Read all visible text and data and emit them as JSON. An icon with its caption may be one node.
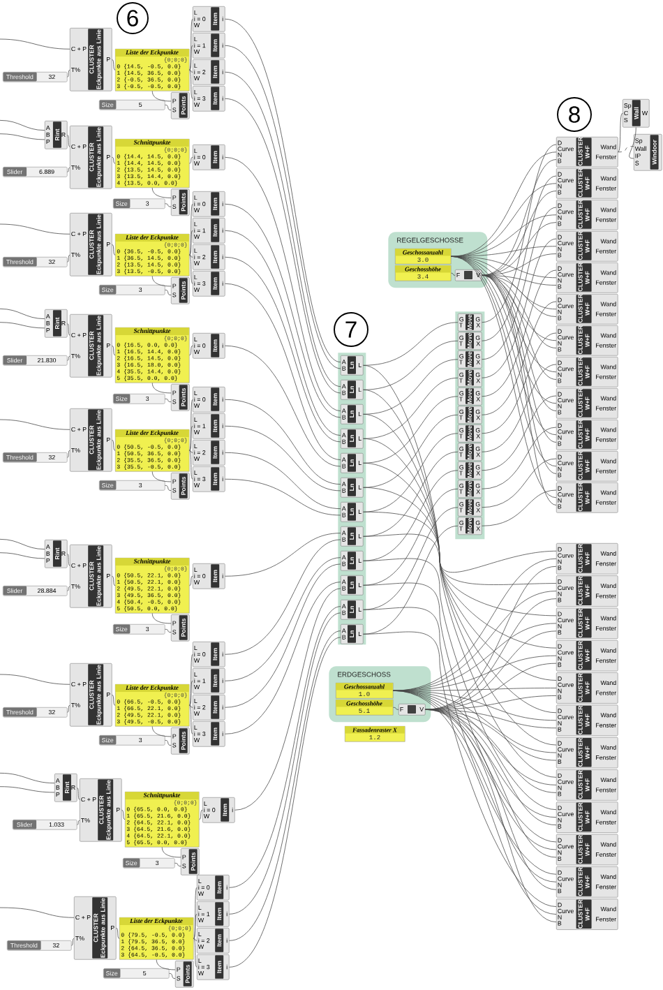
{
  "diagram": {
    "nodes": [
      {
        "text": [
          "6"
        ]
      },
      {
        "text": [
          "8"
        ]
      },
      {
        "text": [
          "7"
        ]
      },
      {
        "text": [
          "C + P",
          "T%",
          "CLUSTER Eckpunkte aus Linie",
          "P"
        ]
      },
      {
        "text": [
          "Threshold",
          "32"
        ]
      },
      {
        "text": [
          "Liste der Eckpunkte",
          "{0;0;0}",
          "0 {14.5, -0.5, 0.0}",
          "1 {14.5, 36.5, 0.0}",
          "2 {-0.5, 36.5, 0.0}",
          "3 {-0.5, -0.5, 0.0}"
        ]
      },
      {
        "text": [
          "P",
          "S",
          "Points"
        ]
      },
      {
        "text": [
          "Size",
          "5"
        ]
      },
      {
        "text": [
          "L",
          "i = 0",
          "W",
          "Item",
          "i"
        ]
      },
      {
        "text": [
          "L",
          "i = 1",
          "W",
          "Item",
          "i"
        ]
      },
      {
        "text": [
          "L",
          "i = 2",
          "W",
          "Item",
          "i"
        ]
      },
      {
        "text": [
          "L",
          "i = 3",
          "W",
          "Item",
          "i"
        ]
      },
      {
        "text": [
          "A",
          "B",
          "P",
          "Rint",
          "R"
        ]
      },
      {
        "text": [
          "C + P",
          "T%",
          "CLUSTER Eckpunkte aus Linie",
          "P"
        ]
      },
      {
        "text": [
          "Slider",
          "6.889"
        ]
      },
      {
        "text": [
          "Schnittpunkte",
          "{0;0;0}",
          "0 {14.4, 14.5, 0.0}",
          "1 {14.4, 14.5, 0.0}",
          "2 {13.5, 14.5, 0.0}",
          "3 {13.5, 14.4, 0.0}",
          "4 {13.5, 0.0, 0.0}"
        ]
      },
      {
        "text": [
          "P",
          "S",
          "Points"
        ]
      },
      {
        "text": [
          "Size",
          "3"
        ]
      },
      {
        "text": [
          "L",
          "i = 0",
          "W",
          "Item",
          "i"
        ]
      },
      {
        "text": [
          "C + P",
          "T%",
          "CLUSTER Eckpunkte aus Linie",
          "P"
        ]
      },
      {
        "text": [
          "Threshold",
          "32"
        ]
      },
      {
        "text": [
          "Liste der Eckpunkte",
          "{0;0;0}",
          "0 {36.5, -0.5, 0.0}",
          "1 {36.5, 14.5, 0.0}",
          "2 {13.5, 14.5, 0.0}",
          "3 {13.5, -0.5, 0.0}"
        ]
      },
      {
        "text": [
          "P",
          "S",
          "Points"
        ]
      },
      {
        "text": [
          "Size",
          "3"
        ]
      },
      {
        "text": [
          "L",
          "i = 0",
          "W",
          "Item",
          "i"
        ]
      },
      {
        "text": [
          "L",
          "i = 1",
          "W",
          "Item",
          "i"
        ]
      },
      {
        "text": [
          "L",
          "i = 2",
          "W",
          "Item",
          "i"
        ]
      },
      {
        "text": [
          "L",
          "i = 3",
          "W",
          "Item",
          "i"
        ]
      },
      {
        "text": [
          "A",
          "B",
          "P",
          "Rint",
          "R"
        ]
      },
      {
        "text": [
          "C + P",
          "T%",
          "CLUSTER Eckpunkte aus Linie",
          "P"
        ]
      },
      {
        "text": [
          "Slider",
          "21.830"
        ]
      },
      {
        "text": [
          "Schnittpunkte",
          "{0;0;0}",
          "0 {16.5, 0.0, 0.0}",
          "1 {16.5, 14.4, 0.0}",
          "2 {16.5, 14.5, 0.0}",
          "3 {16.5, 18.0, 0.0}",
          "4 {35.5, 14.4, 0.0}",
          "5 {35.5, 0.0, 0.0}"
        ]
      },
      {
        "text": [
          "P",
          "S",
          "Points"
        ]
      },
      {
        "text": [
          "Size",
          "3"
        ]
      },
      {
        "text": [
          "L",
          "i = 0",
          "W",
          "Item",
          "i"
        ]
      },
      {
        "text": [
          "C + P",
          "T%",
          "CLUSTER Eckpunkte aus Linie",
          "P"
        ]
      },
      {
        "text": [
          "Threshold",
          "32"
        ]
      },
      {
        "text": [
          "Liste der Eckpunkte",
          "{0;0;0}",
          "0 {50.5, -0.5, 0.0}",
          "1 {50.5, 36.5, 0.0}",
          "2 {35.5, 36.5, 0.0}",
          "3 {35.5, -0.5, 0.0}"
        ]
      },
      {
        "text": [
          "P",
          "S",
          "Points"
        ]
      },
      {
        "text": [
          "Size",
          "3"
        ]
      },
      {
        "text": [
          "L",
          "i = 0",
          "W",
          "Item",
          "i"
        ]
      },
      {
        "text": [
          "L",
          "i = 1",
          "W",
          "Item",
          "i"
        ]
      },
      {
        "text": [
          "L",
          "i = 2",
          "W",
          "Item",
          "i"
        ]
      },
      {
        "text": [
          "L",
          "i = 3",
          "W",
          "Item",
          "i"
        ]
      },
      {
        "text": [
          "A",
          "B",
          "P",
          "Rint",
          "R"
        ]
      },
      {
        "text": [
          "C + P",
          "T%",
          "CLUSTER Eckpunkte aus Linie",
          "P"
        ]
      },
      {
        "text": [
          "Slider",
          "28.884"
        ]
      },
      {
        "text": [
          "Schnittpunkte",
          "{0;0;0}",
          "0 {50.5, 22.1, 0.0}",
          "1 {50.5, 22.1, 0.0}",
          "2 {49.5, 22.1, 0.0}",
          "3 {49.5, 36.5, 0.0}",
          "4 {50.4, -0.5, 0.0}",
          "5 {50.5, 0.0, 0.0}"
        ]
      },
      {
        "text": [
          "P",
          "S",
          "Points"
        ]
      },
      {
        "text": [
          "Size",
          "3"
        ]
      },
      {
        "text": [
          "L",
          "i = 0",
          "W",
          "Item",
          "i"
        ]
      },
      {
        "text": [
          "C + P",
          "T%",
          "CLUSTER Eckpunkte aus Linie",
          "P"
        ]
      },
      {
        "text": [
          "Threshold",
          "32"
        ]
      },
      {
        "text": [
          "Liste der Eckpunkte",
          "{0;0;0}",
          "0 {66.5, -0.5, 0.0}",
          "1 {66.5, 22.1, 0.0}",
          "2 {49.5, 22.1, 0.0}",
          "3 {49.5, -0.5, 0.0}"
        ]
      },
      {
        "text": [
          "P",
          "S",
          "Points"
        ]
      },
      {
        "text": [
          "Size",
          "3"
        ]
      },
      {
        "text": [
          "L",
          "i = 0",
          "W",
          "Item",
          "i"
        ]
      },
      {
        "text": [
          "L",
          "i = 1",
          "W",
          "Item",
          "i"
        ]
      },
      {
        "text": [
          "L",
          "i = 2",
          "W",
          "Item",
          "i"
        ]
      },
      {
        "text": [
          "L",
          "i = 3",
          "W",
          "Item",
          "i"
        ]
      },
      {
        "text": [
          "A",
          "B",
          "P",
          "Rint",
          "R"
        ]
      },
      {
        "text": [
          "C + P",
          "T%",
          "CLUSTER Eckpunkte aus Linie",
          "P"
        ]
      },
      {
        "text": [
          "Slider",
          "1.033"
        ]
      },
      {
        "text": [
          "Schnittpunkte",
          "{0;0;0}",
          "0 {65.5, 0.0, 0.0}",
          "1 {65.5, 21.6, 0.0}",
          "2 {64.5, 22.1, 0.0}",
          "3 {64.5, 21.6, 0.0}",
          "4 {64.5, 22.1, 0.0}",
          "5 {65.5, 0.0, 0.0}"
        ]
      },
      {
        "text": [
          "P",
          "S",
          "Points"
        ]
      },
      {
        "text": [
          "Size",
          "3"
        ]
      },
      {
        "text": [
          "L",
          "i = 0",
          "W",
          "Item",
          "i"
        ]
      },
      {
        "text": [
          "C + P",
          "T%",
          "CLUSTER Eckpunkte aus Linie",
          "P"
        ]
      },
      {
        "text": [
          "Threshold",
          "32"
        ]
      },
      {
        "text": [
          "Liste der Eckpunkte",
          "{0;0;0}",
          "0 {79.5, -0.5, 0.0}",
          "1 {79.5, 36.5, 0.0}",
          "2 {64.5, 36.5, 0.0}",
          "3 {64.5, -0.5, 0.0}"
        ]
      },
      {
        "text": [
          "P",
          "S",
          "Points"
        ]
      },
      {
        "text": [
          "Size",
          "5"
        ]
      },
      {
        "text": [
          "L",
          "i = 0",
          "W",
          "Item",
          "i"
        ]
      },
      {
        "text": [
          "L",
          "i = 1",
          "W",
          "Item",
          "i"
        ]
      },
      {
        "text": [
          "L",
          "i = 2",
          "W",
          "Item",
          "i"
        ]
      },
      {
        "text": [
          "L",
          "i = 3",
          "W",
          "Item",
          "i"
        ]
      },
      {
        "text": [],
        "shape": "box"
      },
      {
        "text": [
          "A",
          "B",
          "Ln",
          "L"
        ],
        "in": 76
      },
      {
        "text": [
          "A",
          "B",
          "Ln",
          "L"
        ],
        "in": 76
      },
      {
        "text": [
          "A",
          "B",
          "Ln",
          "L"
        ],
        "in": 76
      },
      {
        "text": [
          "A",
          "B",
          "Ln",
          "L"
        ],
        "in": 76
      },
      {
        "text": [
          "A",
          "B",
          "Ln",
          "L"
        ],
        "in": 76
      },
      {
        "text": [
          "A",
          "B",
          "Ln",
          "L"
        ],
        "in": 76
      },
      {
        "text": [
          "A",
          "B",
          "Ln",
          "L"
        ],
        "in": 76
      },
      {
        "text": [
          "A",
          "B",
          "Ln",
          "L"
        ],
        "in": 76
      },
      {
        "text": [
          "A",
          "B",
          "Ln",
          "L"
        ],
        "in": 76
      },
      {
        "text": [
          "A",
          "B",
          "Ln",
          "L"
        ],
        "in": 76
      },
      {
        "text": [
          "A",
          "B",
          "Ln",
          "L"
        ],
        "in": 76
      },
      {
        "text": [
          "A",
          "B",
          "Ln",
          "L"
        ],
        "in": 76
      },
      {
        "text": [],
        "shape": "box"
      },
      {
        "text": [
          "G",
          "T",
          "Move",
          "G",
          "X"
        ],
        "in": 89
      },
      {
        "text": [
          "G",
          "T",
          "Move",
          "G",
          "X"
        ],
        "in": 89
      },
      {
        "text": [
          "G",
          "T",
          "Move",
          "G",
          "X"
        ],
        "in": 89
      },
      {
        "text": [
          "G",
          "T",
          "Move",
          "G",
          "X"
        ],
        "in": 89
      },
      {
        "text": [
          "G",
          "T",
          "Move",
          "G",
          "X"
        ],
        "in": 89
      },
      {
        "text": [
          "G",
          "T",
          "Move",
          "G",
          "X"
        ],
        "in": 89
      },
      {
        "text": [
          "G",
          "T",
          "Move",
          "G",
          "X"
        ],
        "in": 89
      },
      {
        "text": [
          "G",
          "T",
          "Move",
          "G",
          "X"
        ],
        "in": 89
      },
      {
        "text": [
          "G",
          "T",
          "Move",
          "G",
          "X"
        ],
        "in": 89
      },
      {
        "text": [
          "G",
          "T",
          "Move",
          "G",
          "X"
        ],
        "in": 89
      },
      {
        "text": [
          "G",
          "T",
          "Move",
          "G",
          "X"
        ],
        "in": 89
      },
      {
        "text": [
          "G",
          "T",
          "Move",
          "G",
          "X"
        ],
        "in": 89
      },
      {
        "text": [
          "REGELGESCHOSSE"
        ]
      },
      {
        "text": [
          "Geschossanzahl",
          "3.0"
        ],
        "in": 102
      },
      {
        "text": [
          "Geschosshöhe",
          "3.4"
        ],
        "in": 102
      },
      {
        "text": [
          "F",
          "V"
        ],
        "in": 102
      },
      {
        "text": [
          "ERDGESCHOSS"
        ]
      },
      {
        "text": [
          "Geschossanzahl",
          "1.0"
        ],
        "in": 106
      },
      {
        "text": [
          "Geschosshöhe",
          "5.1"
        ],
        "in": 106
      },
      {
        "text": [
          "F",
          "V"
        ],
        "in": 106
      },
      {
        "text": [
          "Fassadenraster X",
          "1.2"
        ]
      },
      {
        "text": [
          "D",
          "Curve",
          "N",
          "B",
          "CLUSTER W+F",
          "Wand",
          "Fenster"
        ]
      },
      {
        "text": [
          "D",
          "Curve",
          "N",
          "B",
          "CLUSTER W+F",
          "Wand",
          "Fenster"
        ]
      },
      {
        "text": [
          "D",
          "Curve",
          "N",
          "B",
          "CLUSTER W+F",
          "Wand",
          "Fenster"
        ]
      },
      {
        "text": [
          "D",
          "Curve",
          "N",
          "B",
          "CLUSTER W+F",
          "Wand",
          "Fenster"
        ]
      },
      {
        "text": [
          "D",
          "Curve",
          "N",
          "B",
          "CLUSTER W+F",
          "Wand",
          "Fenster"
        ]
      },
      {
        "text": [
          "D",
          "Curve",
          "N",
          "B",
          "CLUSTER W+F",
          "Wand",
          "Fenster"
        ]
      },
      {
        "text": [
          "D",
          "Curve",
          "N",
          "B",
          "CLUSTER W+F",
          "Wand",
          "Fenster"
        ]
      },
      {
        "text": [
          "D",
          "Curve",
          "N",
          "B",
          "CLUSTER W+F",
          "Wand",
          "Fenster"
        ]
      },
      {
        "text": [
          "D",
          "Curve",
          "N",
          "B",
          "CLUSTER W+F",
          "Wand",
          "Fenster"
        ]
      },
      {
        "text": [
          "D",
          "Curve",
          "N",
          "B",
          "CLUSTER W+F",
          "Wand",
          "Fenster"
        ]
      },
      {
        "text": [
          "D",
          "Curve",
          "N",
          "B",
          "CLUSTER W+F",
          "Wand",
          "Fenster"
        ]
      },
      {
        "text": [
          "D",
          "Curve",
          "N",
          "B",
          "CLUSTER W+F",
          "Wand",
          "Fenster"
        ]
      },
      {
        "text": [
          "D",
          "Curve",
          "N",
          "B",
          "CLUSTER W+F",
          "Wand",
          "Fenster"
        ]
      },
      {
        "text": [
          "D",
          "Curve",
          "N",
          "B",
          "CLUSTER W+F",
          "Wand",
          "Fenster"
        ]
      },
      {
        "text": [
          "D",
          "Curve",
          "N",
          "B",
          "CLUSTER W+F",
          "Wand",
          "Fenster"
        ]
      },
      {
        "text": [
          "D",
          "Curve",
          "N",
          "B",
          "CLUSTER W+F",
          "Wand",
          "Fenster"
        ]
      },
      {
        "text": [
          "D",
          "Curve",
          "N",
          "B",
          "CLUSTER W+F",
          "Wand",
          "Fenster"
        ]
      },
      {
        "text": [
          "D",
          "Curve",
          "N",
          "B",
          "CLUSTER W+F",
          "Wand",
          "Fenster"
        ]
      },
      {
        "text": [
          "D",
          "Curve",
          "N",
          "B",
          "CLUSTER W+F",
          "Wand",
          "Fenster"
        ]
      },
      {
        "text": [
          "D",
          "Curve",
          "N",
          "B",
          "CLUSTER W+F",
          "Wand",
          "Fenster"
        ]
      },
      {
        "text": [
          "D",
          "Curve",
          "N",
          "B",
          "CLUSTER W+F",
          "Wand",
          "Fenster"
        ]
      },
      {
        "text": [
          "D",
          "Curve",
          "N",
          "B",
          "CLUSTER W+F",
          "Wand",
          "Fenster"
        ]
      },
      {
        "text": [
          "D",
          "Curve",
          "N",
          "B",
          "CLUSTER W+F",
          "Wand",
          "Fenster"
        ]
      },
      {
        "text": [
          "D",
          "Curve",
          "N",
          "B",
          "CLUSTER W+F",
          "Wand",
          "Fenster"
        ]
      },
      {
        "text": [
          "Sp",
          "C",
          "S",
          "Wall",
          "W"
        ]
      },
      {
        "text": [
          "Sp",
          "Wall",
          "IP",
          "S",
          "Windoor"
        ]
      }
    ],
    "edges": [
      {
        "from": null,
        "to": 3,
        "arrow": "none"
      },
      {
        "from": 4,
        "to": 3,
        "arrow": "none"
      },
      {
        "from": 3,
        "to": 5,
        "arrow": "none"
      },
      {
        "from": 5,
        "to": 8,
        "arrow": "none"
      },
      {
        "from": 5,
        "to": 9,
        "arrow": "none"
      },
      {
        "from": 5,
        "to": 10,
        "arrow": "none"
      },
      {
        "from": 5,
        "to": 11,
        "arrow": "none"
      },
      {
        "from": 5,
        "to": 6,
        "arrow": "none"
      },
      {
        "from": 7,
        "to": 6,
        "arrow": "none"
      },
      {
        "from": null,
        "to": 12,
        "arrow": "none"
      },
      {
        "from": null,
        "to": 12,
        "arrow": "none"
      },
      {
        "from": 12,
        "to": 13,
        "arrow": "none"
      },
      {
        "from": 14,
        "to": 13,
        "arrow": "none"
      },
      {
        "from": 13,
        "to": 15,
        "arrow": "none"
      },
      {
        "from": 15,
        "to": 18,
        "arrow": "none"
      },
      {
        "from": 15,
        "to": 16,
        "arrow": "none"
      },
      {
        "from": 17,
        "to": 16,
        "arrow": "none"
      },
      {
        "from": null,
        "to": 19,
        "arrow": "none"
      },
      {
        "from": 20,
        "to": 19,
        "arrow": "none"
      },
      {
        "from": 19,
        "to": 21,
        "arrow": "none"
      },
      {
        "from": 21,
        "to": 24,
        "arrow": "none"
      },
      {
        "from": 21,
        "to": 25,
        "arrow": "none"
      },
      {
        "from": 21,
        "to": 26,
        "arrow": "none"
      },
      {
        "from": 21,
        "to": 27,
        "arrow": "none"
      },
      {
        "from": 21,
        "to": 22,
        "arrow": "none"
      },
      {
        "from": 23,
        "to": 22,
        "arrow": "none"
      },
      {
        "from": null,
        "to": 28,
        "arrow": "none"
      },
      {
        "from": null,
        "to": 28,
        "arrow": "none"
      },
      {
        "from": 28,
        "to": 29,
        "arrow": "none"
      },
      {
        "from": 30,
        "to": 29,
        "arrow": "none"
      },
      {
        "from": 29,
        "to": 31,
        "arrow": "none"
      },
      {
        "from": 31,
        "to": 34,
        "arrow": "none"
      },
      {
        "from": 31,
        "to": 32,
        "arrow": "none"
      },
      {
        "from": 33,
        "to": 32,
        "arrow": "none"
      },
      {
        "from": null,
        "to": 35,
        "arrow": "none"
      },
      {
        "from": 36,
        "to": 35,
        "arrow": "none"
      },
      {
        "from": 35,
        "to": 37,
        "arrow": "none"
      },
      {
        "from": 37,
        "to": 40,
        "arrow": "none"
      },
      {
        "from": 37,
        "to": 41,
        "arrow": "none"
      },
      {
        "from": 37,
        "to": 42,
        "arrow": "none"
      },
      {
        "from": 37,
        "to": 43,
        "arrow": "none"
      },
      {
        "from": 37,
        "to": 38,
        "arrow": "none"
      },
      {
        "from": 39,
        "to": 38,
        "arrow": "none"
      },
      {
        "from": null,
        "to": 44,
        "arrow": "none"
      },
      {
        "from": null,
        "to": 44,
        "arrow": "none"
      },
      {
        "from": 44,
        "to": 45,
        "arrow": "none"
      },
      {
        "from": 46,
        "to": 45,
        "arrow": "none"
      },
      {
        "from": 45,
        "to": 47,
        "arrow": "none"
      },
      {
        "from": 47,
        "to": 50,
        "arrow": "none"
      },
      {
        "from": 47,
        "to": 48,
        "arrow": "none"
      },
      {
        "from": 49,
        "to": 48,
        "arrow": "none"
      },
      {
        "from": null,
        "to": 51,
        "arrow": "none"
      },
      {
        "from": 52,
        "to": 51,
        "arrow": "none"
      },
      {
        "from": 51,
        "to": 53,
        "arrow": "none"
      },
      {
        "from": 53,
        "to": 56,
        "arrow": "none"
      },
      {
        "from": 53,
        "to": 57,
        "arrow": "none"
      },
      {
        "from": 53,
        "to": 58,
        "arrow": "none"
      },
      {
        "from": 53,
        "to": 59,
        "arrow": "none"
      },
      {
        "from": 53,
        "to": 54,
        "arrow": "none"
      },
      {
        "from": 55,
        "to": 54,
        "arrow": "none"
      },
      {
        "from": null,
        "to": 60,
        "arrow": "none"
      },
      {
        "from": null,
        "to": 60,
        "arrow": "none"
      },
      {
        "from": 60,
        "to": 61,
        "arrow": "none"
      },
      {
        "from": 62,
        "to": 61,
        "arrow": "none"
      },
      {
        "from": 61,
        "to": 63,
        "arrow": "none"
      },
      {
        "from": 63,
        "to": 66,
        "arrow": "none"
      },
      {
        "from": 63,
        "to": 64,
        "arrow": "none"
      },
      {
        "from": 65,
        "to": 64,
        "arrow": "none"
      },
      {
        "from": null,
        "to": 67,
        "arrow": "none"
      },
      {
        "from": 68,
        "to": 67,
        "arrow": "none"
      },
      {
        "from": 67,
        "to": 69,
        "arrow": "none"
      },
      {
        "from": 69,
        "to": 72,
        "arrow": "none"
      },
      {
        "from": 69,
        "to": 73,
        "arrow": "none"
      },
      {
        "from": 69,
        "to": 74,
        "arrow": "none"
      },
      {
        "from": 69,
        "to": 75,
        "arrow": "none"
      },
      {
        "from": 69,
        "to": 70,
        "arrow": "none"
      },
      {
        "from": 71,
        "to": 70,
        "arrow": "none"
      },
      {
        "from": 8,
        "to": 77,
        "arrow": "none"
      },
      {
        "from": 9,
        "to": 77,
        "arrow": "none"
      },
      {
        "from": 10,
        "to": 78,
        "arrow": "none"
      },
      {
        "from": 11,
        "to": 78,
        "arrow": "none"
      },
      {
        "from": 18,
        "to": 79,
        "arrow": "none"
      },
      {
        "from": 24,
        "to": 79,
        "arrow": "none"
      },
      {
        "from": 25,
        "to": 80,
        "arrow": "none"
      },
      {
        "from": 26,
        "to": 80,
        "arrow": "none"
      },
      {
        "from": 27,
        "to": 81,
        "arrow": "none"
      },
      {
        "from": 34,
        "to": 81,
        "arrow": "none"
      },
      {
        "from": 40,
        "to": 82,
        "arrow": "none"
      },
      {
        "from": 41,
        "to": 82,
        "arrow": "none"
      },
      {
        "from": 42,
        "to": 83,
        "arrow": "none"
      },
      {
        "from": 43,
        "to": 83,
        "arrow": "none"
      },
      {
        "from": 50,
        "to": 84,
        "arrow": "none"
      },
      {
        "from": 56,
        "to": 84,
        "arrow": "none"
      },
      {
        "from": 57,
        "to": 85,
        "arrow": "none"
      },
      {
        "from": 58,
        "to": 85,
        "arrow": "none"
      },
      {
        "from": 59,
        "to": 86,
        "arrow": "none"
      },
      {
        "from": 66,
        "to": 86,
        "arrow": "none"
      },
      {
        "from": 72,
        "to": 87,
        "arrow": "none"
      },
      {
        "from": 73,
        "to": 87,
        "arrow": "none"
      },
      {
        "from": 74,
        "to": 88,
        "arrow": "none"
      },
      {
        "from": 75,
        "to": 88,
        "arrow": "none"
      },
      {
        "from": 77,
        "to": 90,
        "arrow": "none"
      },
      {
        "from": 78,
        "to": 91,
        "arrow": "none"
      },
      {
        "from": 79,
        "to": 92,
        "arrow": "none"
      },
      {
        "from": 80,
        "to": 93,
        "arrow": "none"
      },
      {
        "from": 81,
        "to": 94,
        "arrow": "none"
      },
      {
        "from": 82,
        "to": 95,
        "arrow": "none"
      },
      {
        "from": 83,
        "to": 96,
        "arrow": "none"
      },
      {
        "from": 84,
        "to": 97,
        "arrow": "none"
      },
      {
        "from": 85,
        "to": 98,
        "arrow": "none"
      },
      {
        "from": 86,
        "to": 99,
        "arrow": "none"
      },
      {
        "from": 87,
        "to": 100,
        "arrow": "none"
      },
      {
        "from": 88,
        "to": 101,
        "arrow": "none"
      },
      {
        "from": 77,
        "to": 123,
        "arrow": "none"
      },
      {
        "from": 78,
        "to": 124,
        "arrow": "none"
      },
      {
        "from": 79,
        "to": 125,
        "arrow": "none"
      },
      {
        "from": 80,
        "to": 126,
        "arrow": "none"
      },
      {
        "from": 81,
        "to": 127,
        "arrow": "none"
      },
      {
        "from": 82,
        "to": 128,
        "arrow": "none"
      },
      {
        "from": 83,
        "to": 129,
        "arrow": "none"
      },
      {
        "from": 84,
        "to": 130,
        "arrow": "none"
      },
      {
        "from": 85,
        "to": 131,
        "arrow": "none"
      },
      {
        "from": 86,
        "to": 132,
        "arrow": "none"
      },
      {
        "from": 87,
        "to": 133,
        "arrow": "none"
      },
      {
        "from": 88,
        "to": 134,
        "arrow": "none"
      },
      {
        "from": 90,
        "to": 111,
        "arrow": "none"
      },
      {
        "from": 91,
        "to": 112,
        "arrow": "none"
      },
      {
        "from": 92,
        "to": 113,
        "arrow": "none"
      },
      {
        "from": 93,
        "to": 114,
        "arrow": "none"
      },
      {
        "from": 94,
        "to": 115,
        "arrow": "none"
      },
      {
        "from": 95,
        "to": 116,
        "arrow": "none"
      },
      {
        "from": 96,
        "to": 117,
        "arrow": "none"
      },
      {
        "from": 97,
        "to": 118,
        "arrow": "none"
      },
      {
        "from": 98,
        "to": 119,
        "arrow": "none"
      },
      {
        "from": 99,
        "to": 120,
        "arrow": "none"
      },
      {
        "from": 100,
        "to": 121,
        "arrow": "none"
      },
      {
        "from": 101,
        "to": 122,
        "arrow": "none"
      },
      {
        "from": 104,
        "to": 105,
        "arrow": "none"
      },
      {
        "from": 103,
        "to": 111,
        "arrow": "none"
      },
      {
        "from": 103,
        "to": 112,
        "arrow": "none"
      },
      {
        "from": 103,
        "to": 113,
        "arrow": "none"
      },
      {
        "from": 103,
        "to": 114,
        "arrow": "none"
      },
      {
        "from": 103,
        "to": 115,
        "arrow": "none"
      },
      {
        "from": 103,
        "to": 116,
        "arrow": "none"
      },
      {
        "from": 103,
        "to": 117,
        "arrow": "none"
      },
      {
        "from": 103,
        "to": 118,
        "arrow": "none"
      },
      {
        "from": 103,
        "to": 119,
        "arrow": "none"
      },
      {
        "from": 103,
        "to": 120,
        "arrow": "none"
      },
      {
        "from": 103,
        "to": 121,
        "arrow": "none"
      },
      {
        "from": 103,
        "to": 122,
        "arrow": "none"
      },
      {
        "from": 105,
        "to": 111,
        "arrow": "none"
      },
      {
        "from": 105,
        "to": 112,
        "arrow": "none"
      },
      {
        "from": 105,
        "to": 113,
        "arrow": "none"
      },
      {
        "from": 105,
        "to": 114,
        "arrow": "none"
      },
      {
        "from": 105,
        "to": 115,
        "arrow": "none"
      },
      {
        "from": 105,
        "to": 116,
        "arrow": "none"
      },
      {
        "from": 105,
        "to": 117,
        "arrow": "none"
      },
      {
        "from": 105,
        "to": 118,
        "arrow": "none"
      },
      {
        "from": 105,
        "to": 119,
        "arrow": "none"
      },
      {
        "from": 105,
        "to": 120,
        "arrow": "none"
      },
      {
        "from": 105,
        "to": 121,
        "arrow": "none"
      },
      {
        "from": 105,
        "to": 122,
        "arrow": "none"
      },
      {
        "from": 108,
        "to": 109,
        "arrow": "none"
      },
      {
        "from": 107,
        "to": 123,
        "arrow": "none"
      },
      {
        "from": 107,
        "to": 124,
        "arrow": "none"
      },
      {
        "from": 107,
        "to": 125,
        "arrow": "none"
      },
      {
        "from": 107,
        "to": 126,
        "arrow": "none"
      },
      {
        "from": 107,
        "to": 127,
        "arrow": "none"
      },
      {
        "from": 107,
        "to": 128,
        "arrow": "none"
      },
      {
        "from": 107,
        "to": 129,
        "arrow": "none"
      },
      {
        "from": 107,
        "to": 130,
        "arrow": "none"
      },
      {
        "from": 107,
        "to": 131,
        "arrow": "none"
      },
      {
        "from": 107,
        "to": 132,
        "arrow": "none"
      },
      {
        "from": 107,
        "to": 133,
        "arrow": "none"
      },
      {
        "from": 107,
        "to": 134,
        "arrow": "none"
      },
      {
        "from": 109,
        "to": 123,
        "arrow": "none"
      },
      {
        "from": 109,
        "to": 124,
        "arrow": "none"
      },
      {
        "from": 109,
        "to": 125,
        "arrow": "none"
      },
      {
        "from": 109,
        "to": 126,
        "arrow": "none"
      },
      {
        "from": 109,
        "to": 127,
        "arrow": "none"
      },
      {
        "from": 109,
        "to": 128,
        "arrow": "none"
      },
      {
        "from": 109,
        "to": 129,
        "arrow": "none"
      },
      {
        "from": 109,
        "to": 130,
        "arrow": "none"
      },
      {
        "from": 109,
        "to": 131,
        "arrow": "none"
      },
      {
        "from": 109,
        "to": 132,
        "arrow": "none"
      },
      {
        "from": 109,
        "to": 133,
        "arrow": "none"
      },
      {
        "from": 109,
        "to": 134,
        "arrow": "none"
      },
      {
        "from": 111,
        "to": 135,
        "arrow": "none"
      },
      {
        "from": 111,
        "to": 136,
        "arrow": "none",
        "style": "dashed"
      },
      {
        "from": 135,
        "to": 136,
        "arrow": "none"
      }
    ]
  }
}
